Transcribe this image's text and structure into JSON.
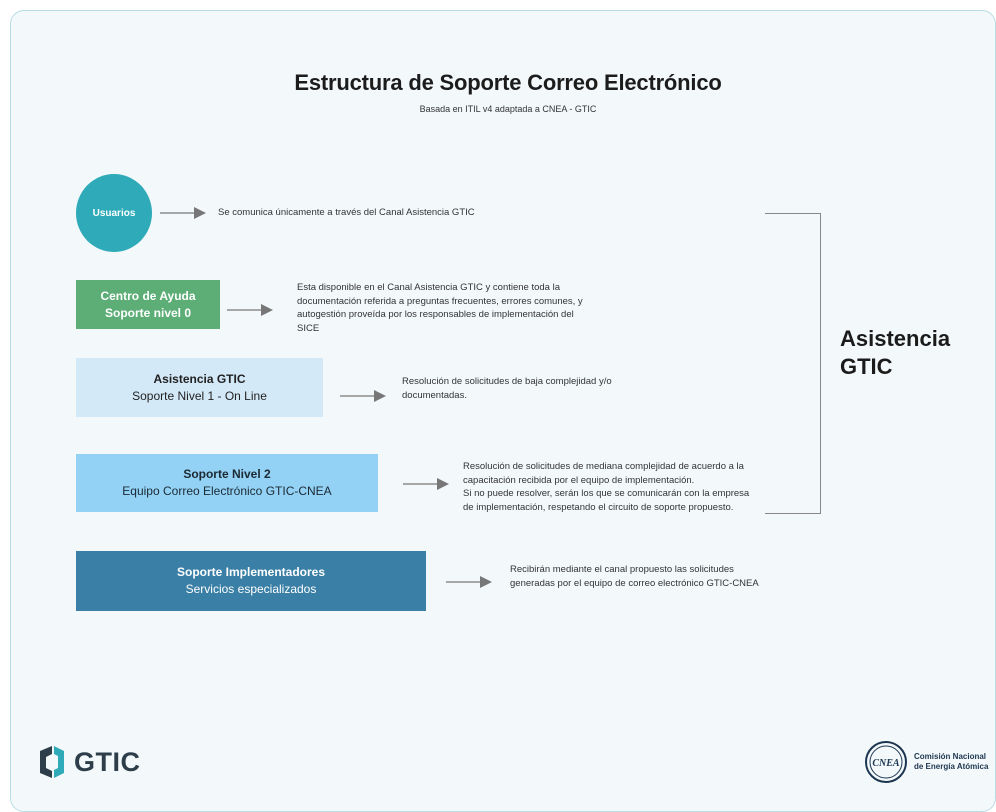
{
  "title": "Estructura de Soporte Correo Electrónico",
  "subtitle": "Basada en ITIL v4 adaptada a CNEA - GTIC",
  "nodes": [
    {
      "label": "Usuarios",
      "description": "Se comunica únicamente a través del Canal Asistencia GTIC"
    },
    {
      "line1": "Centro de Ayuda",
      "line2": "Soporte nivel 0",
      "description": [
        "Esta disponible en el Canal Asistencia GTIC y contiene toda la",
        "documentación referida a preguntas frecuentes, errores comunes, y",
        "autogestión proveída por los responsables de implementación del",
        "SICE"
      ]
    },
    {
      "line1": "Asistencia GTIC",
      "line2": "Soporte Nivel 1 - On Line",
      "description": [
        "Resolución de solicitudes de baja complejidad y/o",
        "documentadas."
      ]
    },
    {
      "line1": "Soporte Nivel 2",
      "line2": "Equipo Correo Electrónico GTIC-CNEA",
      "description": [
        "Resolución de solicitudes de mediana complejidad de acuerdo a la",
        "capacitación recibida por el equipo de implementación.",
        "Si no puede resolver, serán los que se comunicarán con la empresa",
        "de implementación, respetando el circuito de soporte propuesto."
      ]
    },
    {
      "line1": "Soporte Implementadores",
      "line2": "Servicios especializados",
      "description": [
        "Recibirán mediante el canal propuesto las solicitudes",
        "generadas por el equipo de correo electrónico GTIC-CNEA"
      ]
    }
  ],
  "side_label": [
    "Asistencia",
    "GTIC"
  ],
  "footer": {
    "logo_left_text": "GTIC",
    "logo_right_text": [
      "Comisión Nacional",
      "de Energía Atómica"
    ],
    "logo_right_mark": "CNEA"
  },
  "colors": {
    "usuarios": "#2eaab8",
    "nivel0": "#5cae76",
    "nivel1": "#d3e9f8",
    "nivel2": "#93d1f5",
    "implementadores": "#3a7fa6"
  }
}
